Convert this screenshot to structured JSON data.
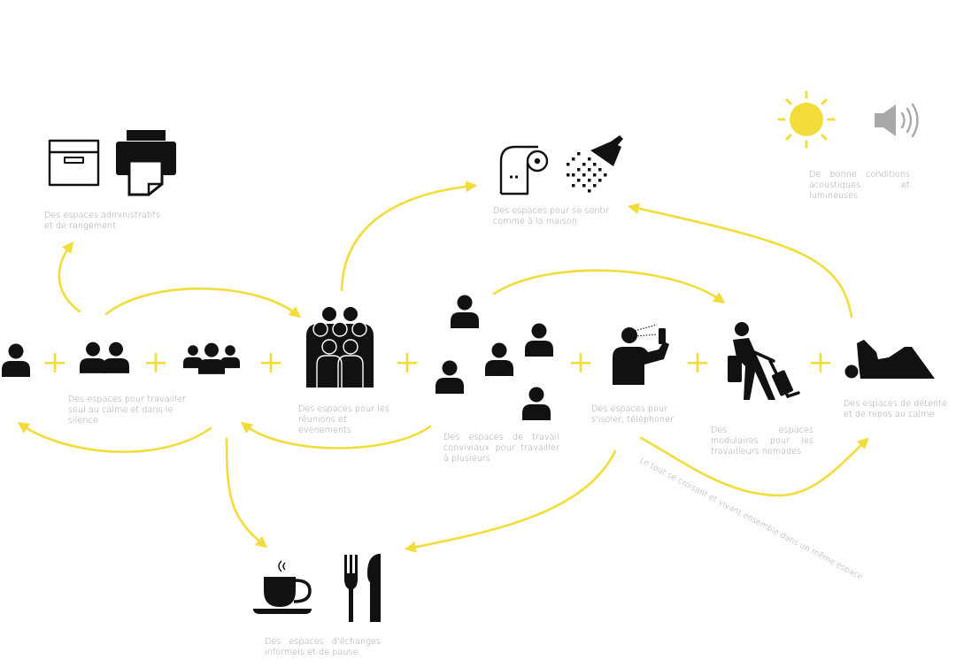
{
  "labels": {
    "admin": "Des espaces administratifs et de rangement",
    "home": "Des espaces pour se sentir comme à la maison",
    "ambiance": "De bonne conditions acoustiques et lumineuses",
    "work_alone": "Des espaces pour travailler seul au calme et dans le silence",
    "meetings": "Des espaces pour les réunions et evenements",
    "convivial": "Des espaces de travail conviviaux pour travailler à plusieurs",
    "isolate": "Des espaces pour s'isoler, téléphoner",
    "modular": "Des espaces modulaires pour les travailleurs nomades",
    "relax": "Des espaces de détente et de repos au calme",
    "break": "Des espaces d'échanges informels et de pause",
    "curve_caption": "Le tout se croisant et vivant ensemble dans un même espace"
  },
  "colors": {
    "accent": "#f2dc3a",
    "icon": "#111111",
    "text": "#9a9a9a",
    "speaker": "#a8a8a8"
  }
}
